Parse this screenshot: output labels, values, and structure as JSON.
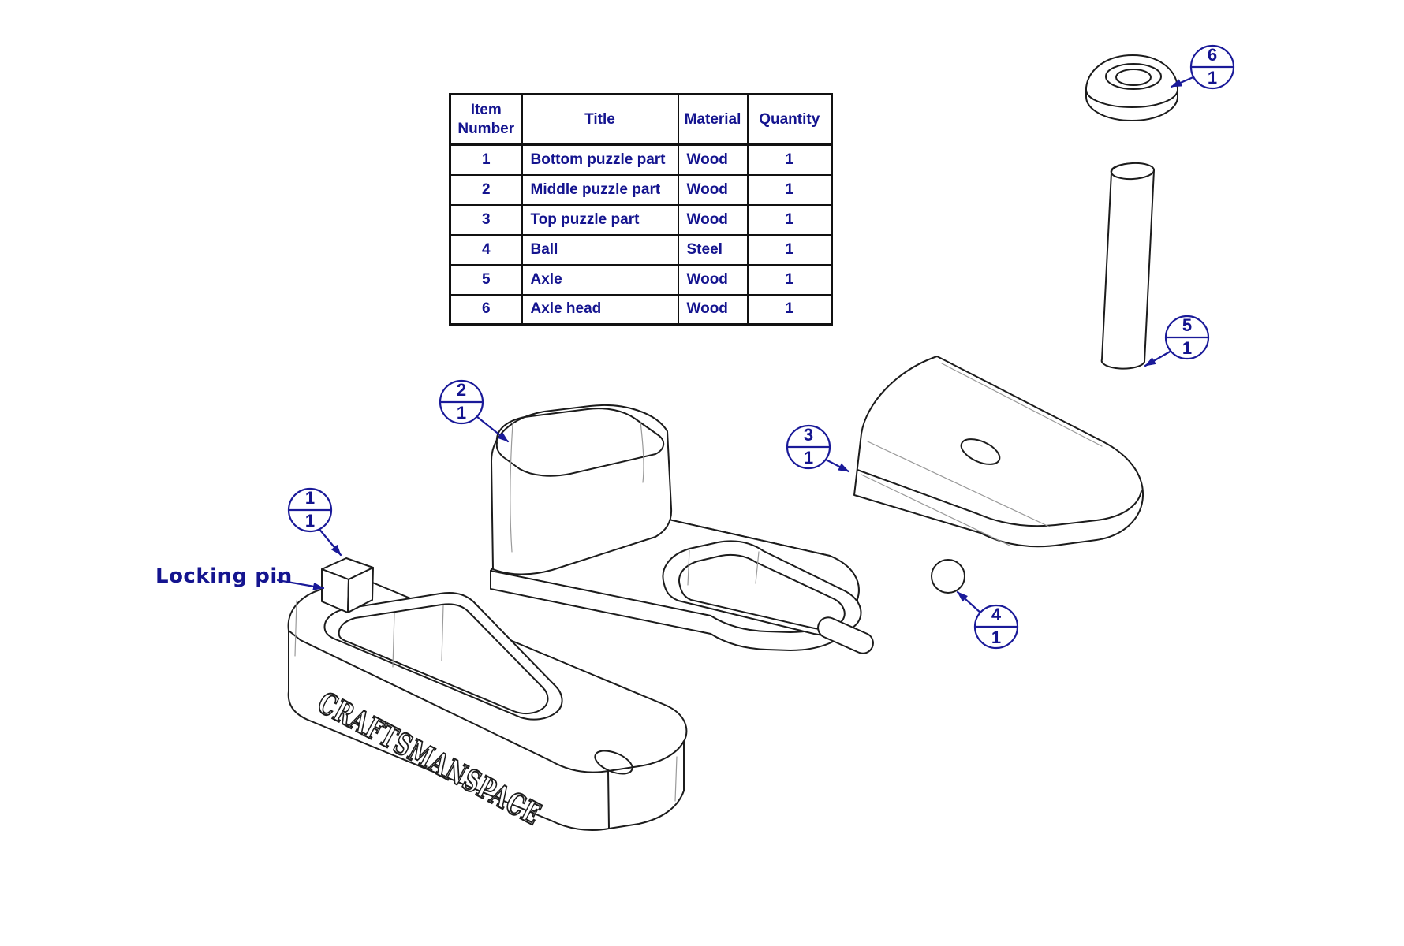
{
  "bom_table": {
    "headers": {
      "item": "Item Number",
      "title": "Title",
      "material": "Material",
      "quantity": "Quantity"
    },
    "rows": [
      {
        "item": "1",
        "title": "Bottom puzzle part",
        "material": "Wood",
        "quantity": "1"
      },
      {
        "item": "2",
        "title": "Middle puzzle part",
        "material": "Wood",
        "quantity": "1"
      },
      {
        "item": "3",
        "title": "Top puzzle part",
        "material": "Wood",
        "quantity": "1"
      },
      {
        "item": "4",
        "title": "Ball",
        "material": "Steel",
        "quantity": "1"
      },
      {
        "item": "5",
        "title": "Axle",
        "material": "Wood",
        "quantity": "1"
      },
      {
        "item": "6",
        "title": "Axle head",
        "material": "Wood",
        "quantity": "1"
      }
    ]
  },
  "annotations": {
    "locking_pin_label": "Locking pin",
    "engraving": "CRAFTSMANSPACE",
    "balloons": [
      {
        "part": "bottom-puzzle-part",
        "item": "1",
        "qty": "1"
      },
      {
        "part": "middle-puzzle-part",
        "item": "2",
        "qty": "1"
      },
      {
        "part": "top-puzzle-part",
        "item": "3",
        "qty": "1"
      },
      {
        "part": "ball",
        "item": "4",
        "qty": "1"
      },
      {
        "part": "axle",
        "item": "5",
        "qty": "1"
      },
      {
        "part": "axle-head",
        "item": "6",
        "qty": "1"
      }
    ]
  },
  "colors": {
    "annotation_navy": "#1a1a99",
    "table_text_navy": "#14148f",
    "line_black": "#1c1c1c",
    "tangent_gray": "#9a9a9a",
    "background": "#ffffff"
  }
}
